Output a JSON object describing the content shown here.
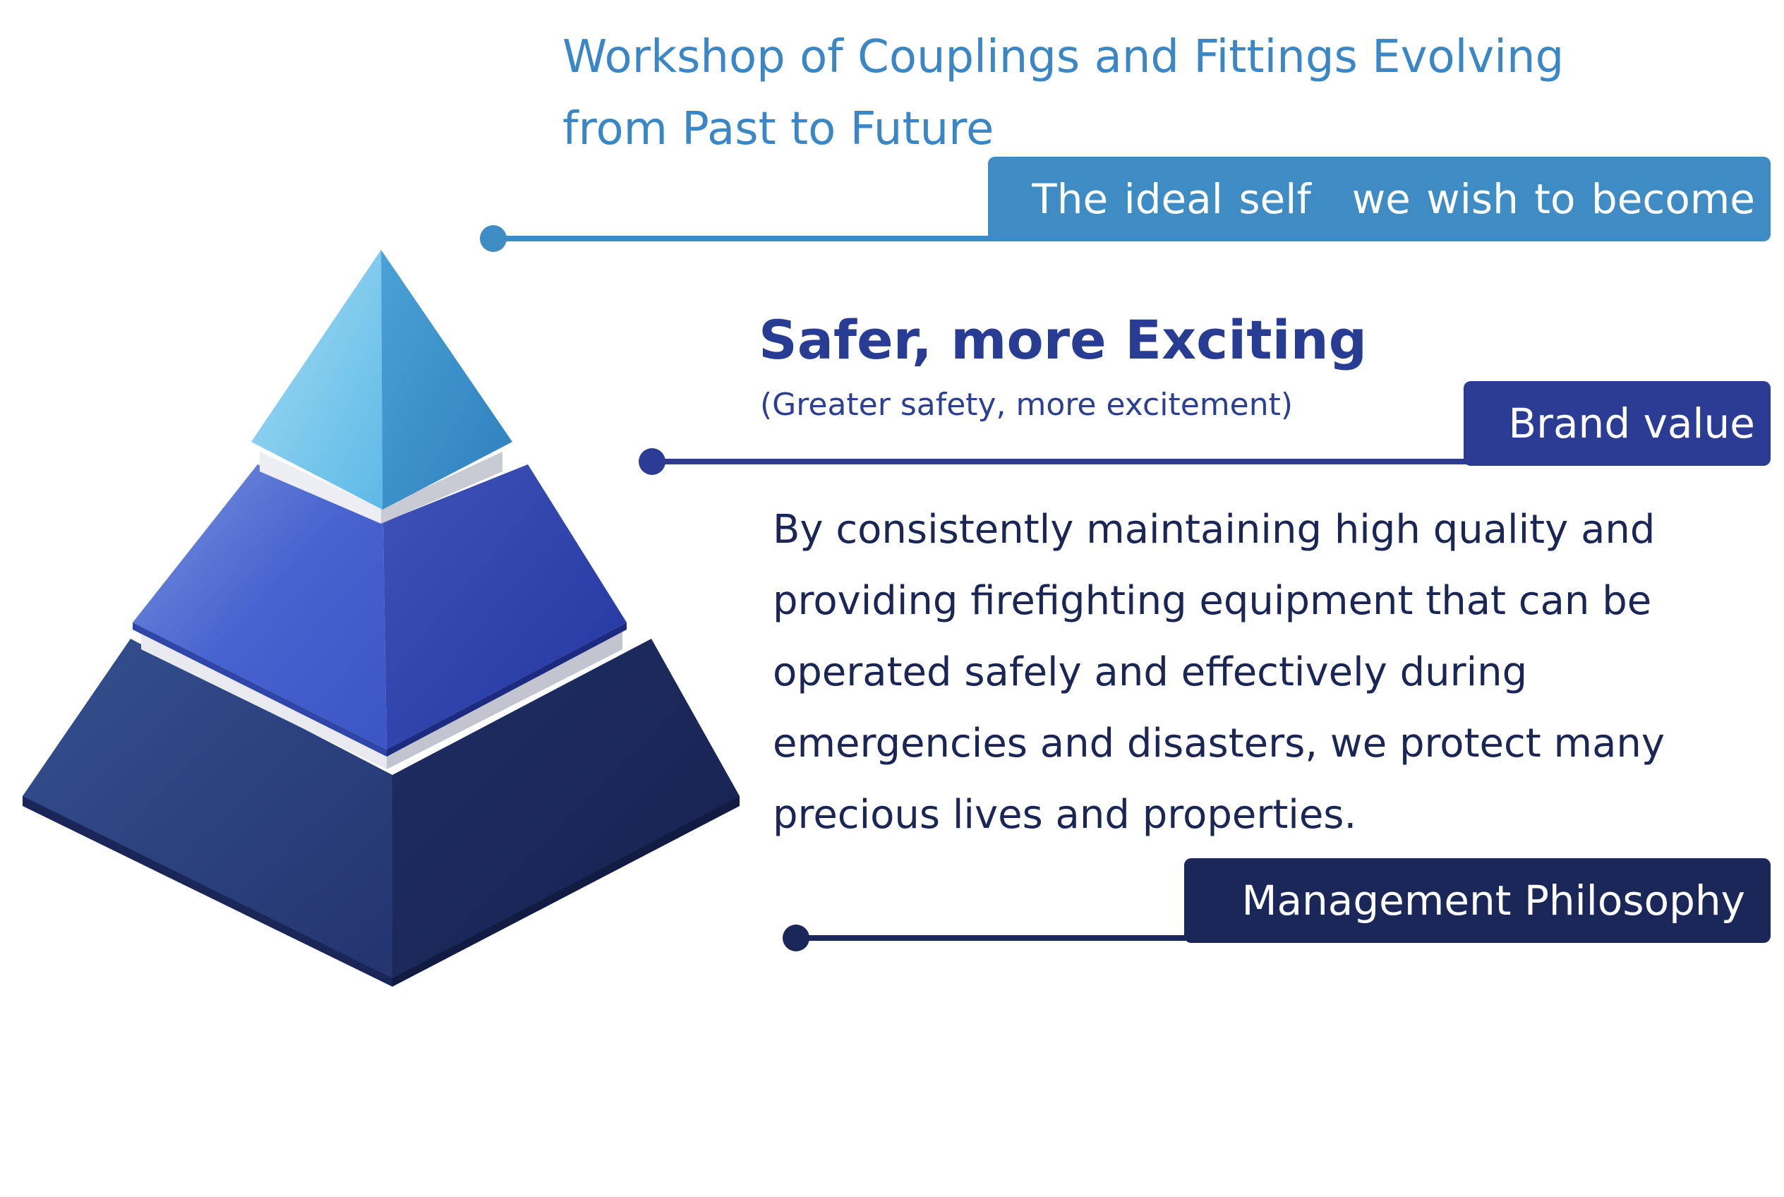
{
  "vision": {
    "lines": [
      "Workshop of Couplings and Fittings Evolving",
      "from Past to Future"
    ],
    "tag": "The ideal self we wish to become",
    "color": "#3f8bc4"
  },
  "brand_value": {
    "title": "Safer, more Exciting",
    "subtitle": "(Greater safety, more excitement)",
    "tag": "Brand value",
    "color": "#2c3c94"
  },
  "philosophy": {
    "lines": [
      "By consistently maintaining high quality and",
      "providing firefighting equipment that can be",
      "operated safely and effectively during",
      "emergencies and disasters, we protect many",
      "precious lives and properties."
    ],
    "tag": "Management Philosophy",
    "color": "#1b2758"
  }
}
